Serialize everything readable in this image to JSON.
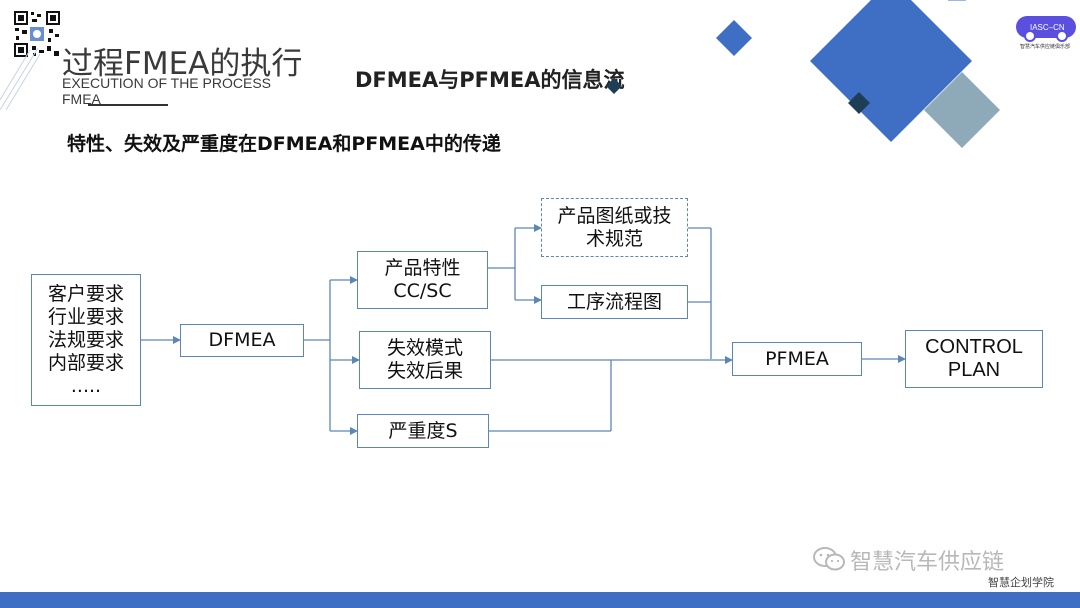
{
  "header": {
    "title_cn": "过程FMEA的执行",
    "title_en": "EXECUTION OF THE PROCESS FMEA",
    "main_title": "DFMEA与PFMEA的信息流",
    "subtitle": "特性、失效及严重度在DFMEA和PFMEA中的传递"
  },
  "logo": {
    "text": "IASC–CN",
    "caption": "智慧汽车供应链俱乐部"
  },
  "diagram": {
    "nodes": {
      "requirements": "客户要求\n行业要求\n法规要求\n内部要求\n.....",
      "dfmea": "DFMEA",
      "product_char": "产品特性\nCC/SC",
      "drawing": "产品图纸或技\n术规范",
      "process_flow": "工序流程图",
      "failure_mode": "失效模式\n失效后果",
      "severity": "严重度S",
      "pfmea": "PFMEA",
      "control_plan": "CONTROL\nPLAN"
    }
  },
  "watermark": {
    "text": "智慧汽车供应链",
    "signature": "智慧企划学院"
  },
  "colors": {
    "accent_blue": "#3e6fc4",
    "diamond_dark": "#1e3d57",
    "diamond_gray": "#7f9fae",
    "line_blue": "#5b87b6"
  }
}
